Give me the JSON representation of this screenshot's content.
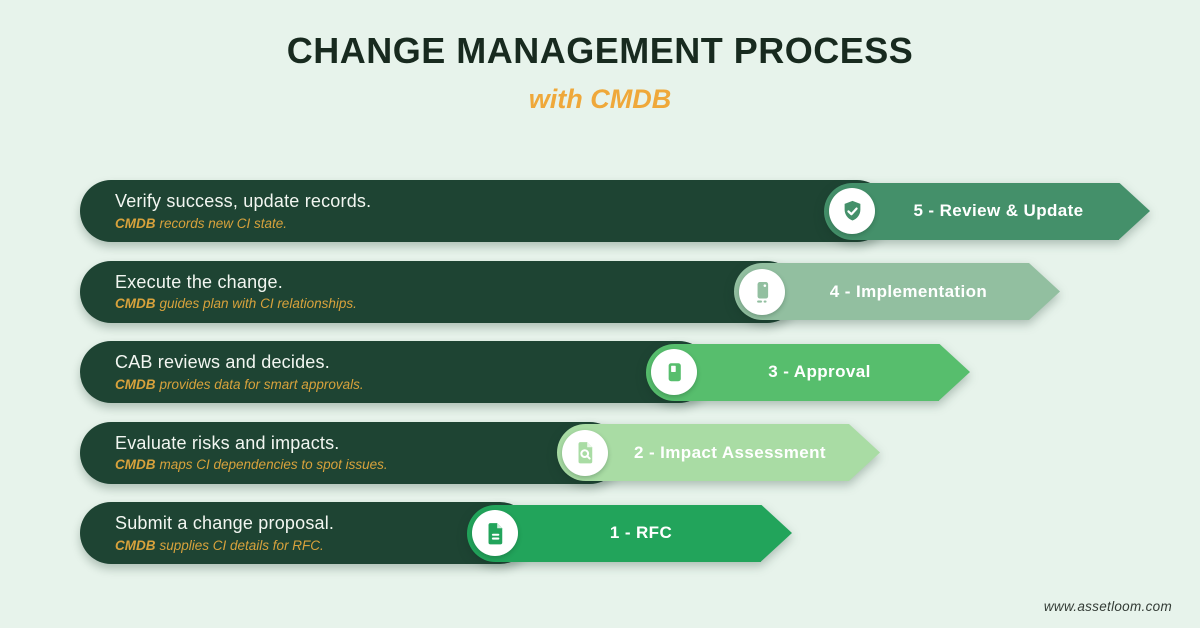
{
  "header": {
    "title": "CHANGE MANAGEMENT PROCESS",
    "subtitle": "with CMDB"
  },
  "footer": {
    "website": "www.assetloom.com"
  },
  "colors": {
    "background": "#E7F3EB",
    "description_bar": "#1E4433",
    "accent_orange": "#EFA83A",
    "title_text": "#182A1F",
    "headline_text": "#F2F6F1",
    "note_text": "#D8A23C"
  },
  "steps": [
    {
      "order": 5,
      "label": "5 - Review & Update",
      "headline": "Verify success, update records.",
      "note_bold": "CMDB",
      "note_rest": "records new CI state.",
      "color": "#44906A",
      "icon": "shield-check-icon"
    },
    {
      "order": 4,
      "label": "4 - Implementation",
      "headline": "Execute the change.",
      "note_bold": "CMDB",
      "note_rest": "guides plan with CI relationships.",
      "color": "#92BFA0",
      "icon": "mobile-device-icon"
    },
    {
      "order": 3,
      "label": "3 - Approval",
      "headline": "CAB reviews and decides.",
      "note_bold": "CMDB",
      "note_rest": "provides data for smart approvals.",
      "color": "#57BE6D",
      "icon": "journal-icon"
    },
    {
      "order": 2,
      "label": "2 - Impact Assessment",
      "headline": "Evaluate risks and impacts.",
      "note_bold": "CMDB",
      "note_rest": "maps CI dependencies to spot issues.",
      "color": "#A9DCA4",
      "icon": "file-search-icon"
    },
    {
      "order": 1,
      "label": "1 - RFC",
      "headline": "Submit a change proposal.",
      "note_bold": "CMDB",
      "note_rest": "supplies CI details for RFC.",
      "color": "#22A45B",
      "icon": "file-lines-icon"
    }
  ]
}
